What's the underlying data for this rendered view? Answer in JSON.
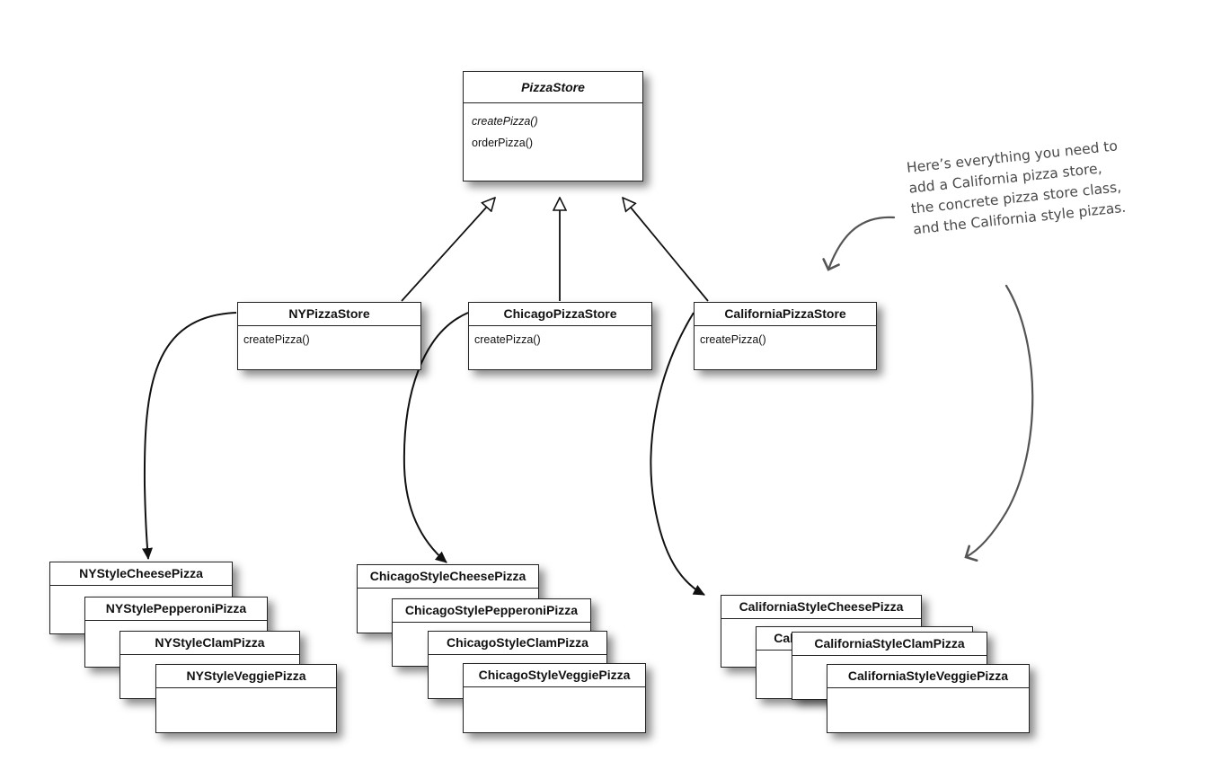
{
  "base": {
    "name": "PizzaStore",
    "methods": [
      "createPizza()",
      "orderPizza()"
    ]
  },
  "stores": [
    {
      "name": "NYPizzaStore",
      "method": "createPizza()"
    },
    {
      "name": "ChicagoPizzaStore",
      "method": "createPizza()"
    },
    {
      "name": "CaliforniaPizzaStore",
      "method": "createPizza()"
    }
  ],
  "pizzas": {
    "ny": [
      "NYStyleCheesePizza",
      "NYStylePepperoniPizza",
      "NYStyleClamPizza",
      "NYStyleVeggiePizza"
    ],
    "chicago": [
      "ChicagoStyleCheesePizza",
      "ChicagoStylePepperoniPizza",
      "ChicagoStyleClamPizza",
      "ChicagoStyleVeggiePizza"
    ],
    "california": [
      "CaliforniaStyleCheesePizza",
      "CaliforniaStylePepperoniPizza",
      "CaliforniaStyleClamPizza",
      "CaliforniaStyleVeggiePizza"
    ]
  },
  "annotation": {
    "lines": [
      "Here’s everything you need to",
      "add a California pizza store,",
      "the concrete pizza store class,",
      "and the California style pizzas."
    ]
  },
  "colors": {
    "line": "#111111",
    "annotation": "#555555"
  }
}
